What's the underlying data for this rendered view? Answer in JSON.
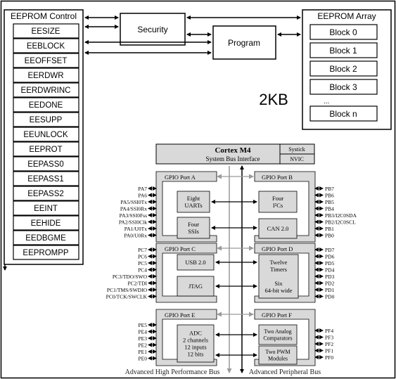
{
  "eeprom_control": {
    "title": "EEPROM Control",
    "registers": [
      "EESIZE",
      "EEBLOCK",
      "EEOFFSET",
      "EERDWR",
      "EERDWRINC",
      "EEDONE",
      "EESUPP",
      "EEUNLOCK",
      "EEPROT",
      "EEPASS0",
      "EEPASS1",
      "EEPASS2",
      "EEINT",
      "EEHIDE",
      "EEDBGME",
      "EEPROMPP"
    ]
  },
  "security": "Security",
  "program": "Program",
  "eeprom_array": {
    "title": "EEPROM Array",
    "blocks": [
      "Block 0",
      "Block 1",
      "Block 2",
      "Block 3"
    ],
    "ellipsis": "...",
    "last_block": "Block n"
  },
  "size_label": "2KB",
  "mcu": {
    "core": "Cortex M4",
    "core_sub": "System Bus Interface",
    "systick": "Systick",
    "nvic": "NVIC",
    "ports": {
      "a": "GPIO Port A",
      "b": "GPIO Port B",
      "c": "GPIO Port C",
      "d": "GPIO Port D",
      "e": "GPIO Port E",
      "f": "GPIO Port F"
    },
    "peripherals": {
      "uarts": [
        "Eight",
        "UARTs"
      ],
      "i2cs": [
        "Four",
        "I²Cs"
      ],
      "ssis": [
        "Four",
        "SSIs"
      ],
      "can": "CAN 2.0",
      "usb": "USB 2.0",
      "timers": [
        "Twelve",
        "Timers",
        "",
        "Six",
        "64-bit wide"
      ],
      "jtag": "JTAG",
      "adc": [
        "ADC",
        "2 channels",
        "12 inputs",
        "12 bits"
      ],
      "comparators": [
        "Two Analog",
        "Comparators"
      ],
      "pwm": [
        "Two PWM",
        "Modules"
      ]
    },
    "pins_a": [
      "PA7",
      "PA6",
      "PA5/SSI0Tx",
      "PA4/SSI0Rx",
      "PA3/SSI0Fss",
      "PA2/SSI0Clk",
      "PA1/U0Tx",
      "PA0/U0Rx"
    ],
    "pins_b": [
      "PB7",
      "PB6",
      "PB5",
      "PB4",
      "PB3/I2C0SDA",
      "PB2/I2C0SCL",
      "PB1",
      "PB0"
    ],
    "pins_c": [
      "PC7",
      "PC6",
      "PC5",
      "PC4",
      "PC3/TDO/SWO",
      "PC2/TDI",
      "PC1/TMS/SWDIO",
      "PC0/TCK/SWCLK"
    ],
    "pins_d": [
      "PD7",
      "PD6",
      "PD5",
      "PD4",
      "PD3",
      "PD2",
      "PD1",
      "PD0"
    ],
    "pins_e": [
      "PE5",
      "PE4",
      "PE3",
      "PE2",
      "PE1",
      "PE0"
    ],
    "pins_f": [
      "PF4",
      "PF3",
      "PF2",
      "PF1",
      "PF0"
    ],
    "bus_left": "Advanced High Performance Bus",
    "bus_right": "Advanced Peripheral Bus"
  }
}
